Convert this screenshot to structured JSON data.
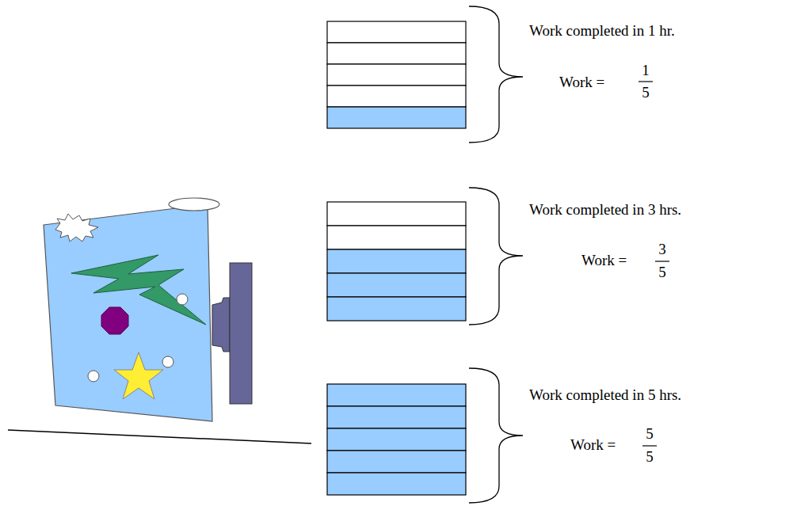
{
  "diagram": {
    "labels": [
      "Work completed in 1 hr.",
      "Work =",
      "1",
      "5",
      "Work completed in 3 hrs.",
      "Work =",
      "3",
      "5",
      "Work completed in 5 hrs.",
      "Work =",
      "5",
      "5"
    ]
  }
}
